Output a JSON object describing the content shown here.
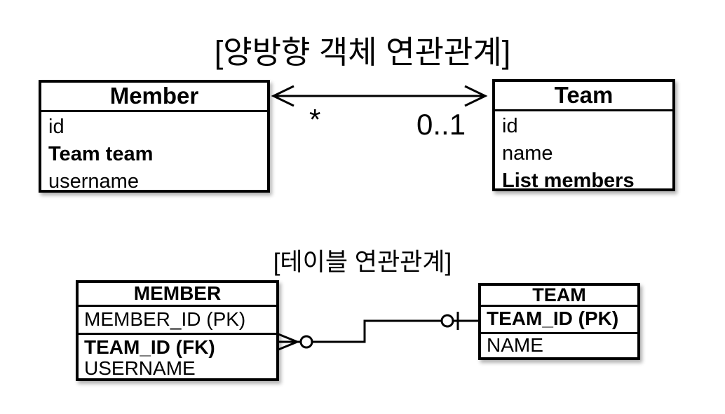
{
  "colors": {
    "ink": "#000000",
    "background": "#ffffff"
  },
  "object_diagram": {
    "title": "[양방향 객체 연관관계]",
    "member_class": {
      "name": "Member",
      "fields": [
        "id",
        "Team team",
        "username"
      ]
    },
    "team_class": {
      "name": "Team",
      "fields": [
        "id",
        "name",
        "List members"
      ]
    },
    "association": {
      "left_multiplicity": "*",
      "right_multiplicity": "0..1"
    }
  },
  "table_diagram": {
    "title": "[테이블 연관관계]",
    "member_table": {
      "name": "MEMBER",
      "rows": [
        "MEMBER_ID (PK)",
        "TEAM_ID (FK)",
        "USERNAME"
      ]
    },
    "team_table": {
      "name": "TEAM",
      "rows": [
        "TEAM_ID (PK)",
        "NAME"
      ]
    }
  }
}
